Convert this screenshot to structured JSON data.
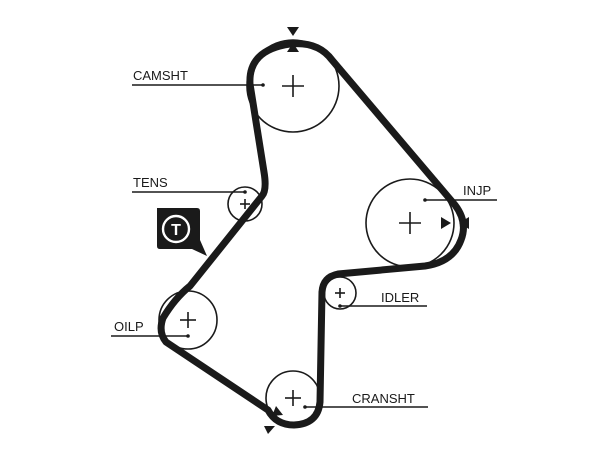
{
  "diagram": {
    "labels": {
      "camshaft": "CAMSHT",
      "tensioner": "TENS",
      "injection_pump": "INJP",
      "idler": "IDLER",
      "oil_pump": "OILP",
      "crankshaft": "CRANSHT"
    },
    "tensioner_badge": {
      "letter": "T"
    },
    "colors": {
      "belt": "#1a1a1a",
      "badge": "#1a1a1a",
      "background": "#ffffff"
    },
    "icons": {
      "tensioner_badge": "tensioner-badge-icon",
      "timing_mark": "timing-mark-icon"
    }
  }
}
